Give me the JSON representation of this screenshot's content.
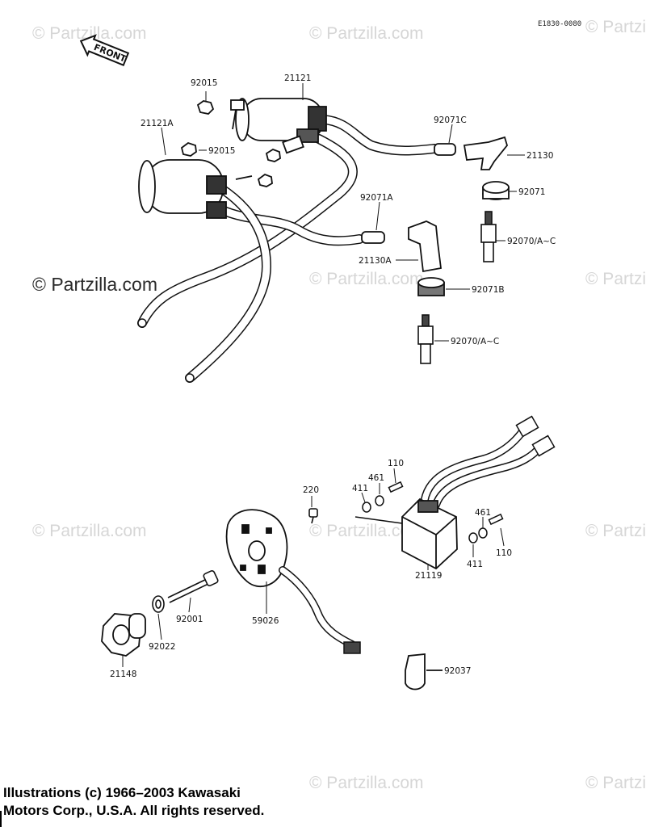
{
  "reference_code": "E1830-0080",
  "front_arrow_text": "FRONT",
  "watermark_text": "© Partzilla.com",
  "part_labels": {
    "p92015_a": "92015",
    "p21121": "21121",
    "p21121A": "21121A",
    "p92015_b": "92015",
    "p92071C": "92071C",
    "p21130": "21130",
    "p92071": "92071",
    "p92071A": "92071A",
    "p92070_a": "92070/A~C",
    "p21130A": "21130A",
    "p92071B": "92071B",
    "p92070_b": "92070/A~C",
    "p110_a": "110",
    "p461_a": "461",
    "p411_a": "411",
    "p220": "220",
    "p461_b": "461",
    "p110_b": "110",
    "p411_b": "411",
    "p21119": "21119",
    "p92001": "92001",
    "p59026": "59026",
    "p92022": "92022",
    "p21148": "21148",
    "p92037": "92037"
  },
  "copyright_line1": "Illustrations (c) 1966–2003 Kawasaki",
  "copyright_line2": "Motors Corp., U.S.A.  All rights reserved."
}
